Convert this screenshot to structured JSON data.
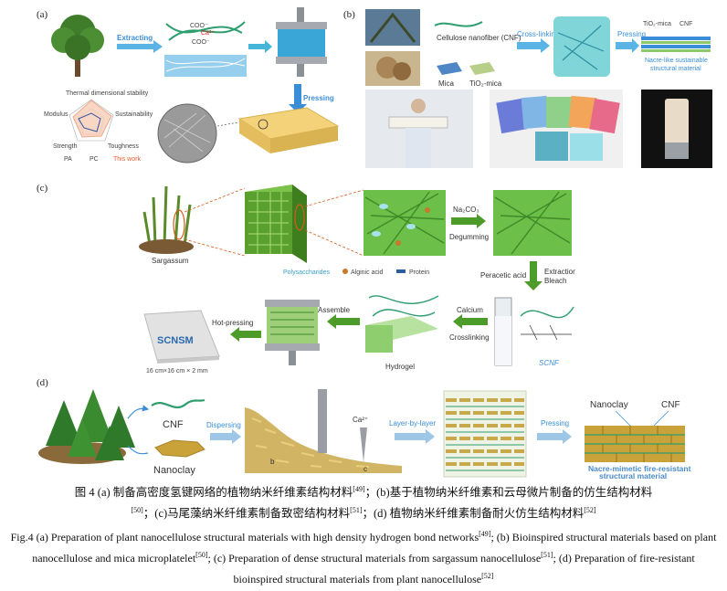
{
  "panel_labels": {
    "a": "(a)",
    "b": "(b)",
    "c": "(c)",
    "d": "(d)"
  },
  "panel_a": {
    "extracting": "Extracting",
    "pressing": "Pressing",
    "radar_axes": [
      "Thermal dimensional stability",
      "Sustainability",
      "Toughness",
      "Strength",
      "Modulus"
    ],
    "radar_legend": [
      "PA",
      "PC",
      "This work"
    ],
    "chem_labels": [
      "COO⁻",
      "Ca²⁺",
      "COO⁻"
    ]
  },
  "panel_b": {
    "cnf": "Cellulose nanofiber (CNF)",
    "crosslinking": "Cross-linking",
    "pressing": "Pressing",
    "mica": "Mica",
    "tio2_mica": "TiO₂-mica",
    "product_tio2": "TiO₂-mica",
    "product_cnf": "CNF",
    "product_desc_1": "Nacre-like sustainable",
    "product_desc_2": "structural material"
  },
  "panel_c": {
    "sargassum": "Sargassum",
    "na2co3": "Na₂CO₃",
    "degumming": "Degumming",
    "legend": [
      "Polysaccharides",
      "Alginic acid",
      "Protein"
    ],
    "peracetic": "Peracetic acid",
    "extraction": "Extraction",
    "bleach": "Bleach",
    "hot_pressing": "Hot-pressing",
    "assemble": "Assemble",
    "calcium": "Calcium",
    "crosslinking": "Crosslinking",
    "scnsm": "SCNSM",
    "dims": "16 cm×16 cm × 2 mm",
    "hydrogel": "Hydrogel",
    "scnf": "SCNF"
  },
  "panel_d": {
    "cnf": "CNF",
    "nanoclay": "Nanoclay",
    "dispersing": "Dispersing",
    "ca": "Ca²⁺",
    "lbl": "Layer-by-layer",
    "pressing": "Pressing",
    "b": "b",
    "c": "c",
    "out_nanoclay": "Nanoclay",
    "out_cnf": "CNF",
    "out_desc_1": "Nacre-mimetic fire-resistant",
    "out_desc_2": "structural material"
  },
  "caption": {
    "cn_a": "图 4 (a)  制备高密度氢键网络的植物纳米纤维素结构材料",
    "cn_r1": "[49]",
    "cn_b": "；(b)基于植物纳米纤维素和云母微片制备的仿生结构材料",
    "cn_r2": "[50]",
    "cn_c": "；(c)马尾藻纳米纤维素制备致密结构材料",
    "cn_r3": "[51]",
    "cn_d": "；(d)  植物纳米纤维素制备耐火仿生结构材料",
    "cn_r4": "[52]",
    "en_a": "Fig.4 (a) Preparation of plant nanocellulose structural materials with high density hydrogen bond networks",
    "en_r1": "[49]",
    "en_b": "; (b) Bioinspired structural materials based on plant nanocellulose and mica microplatelet",
    "en_r2": "[50]",
    "en_c": "; (c) Preparation of dense structural materials from sargassum nanocellulose",
    "en_r3": "[51]",
    "en_d": "; (d) Preparation of fire-resistant bioinspired structural materials from plant nanocellulose",
    "en_r4": "[52]"
  }
}
